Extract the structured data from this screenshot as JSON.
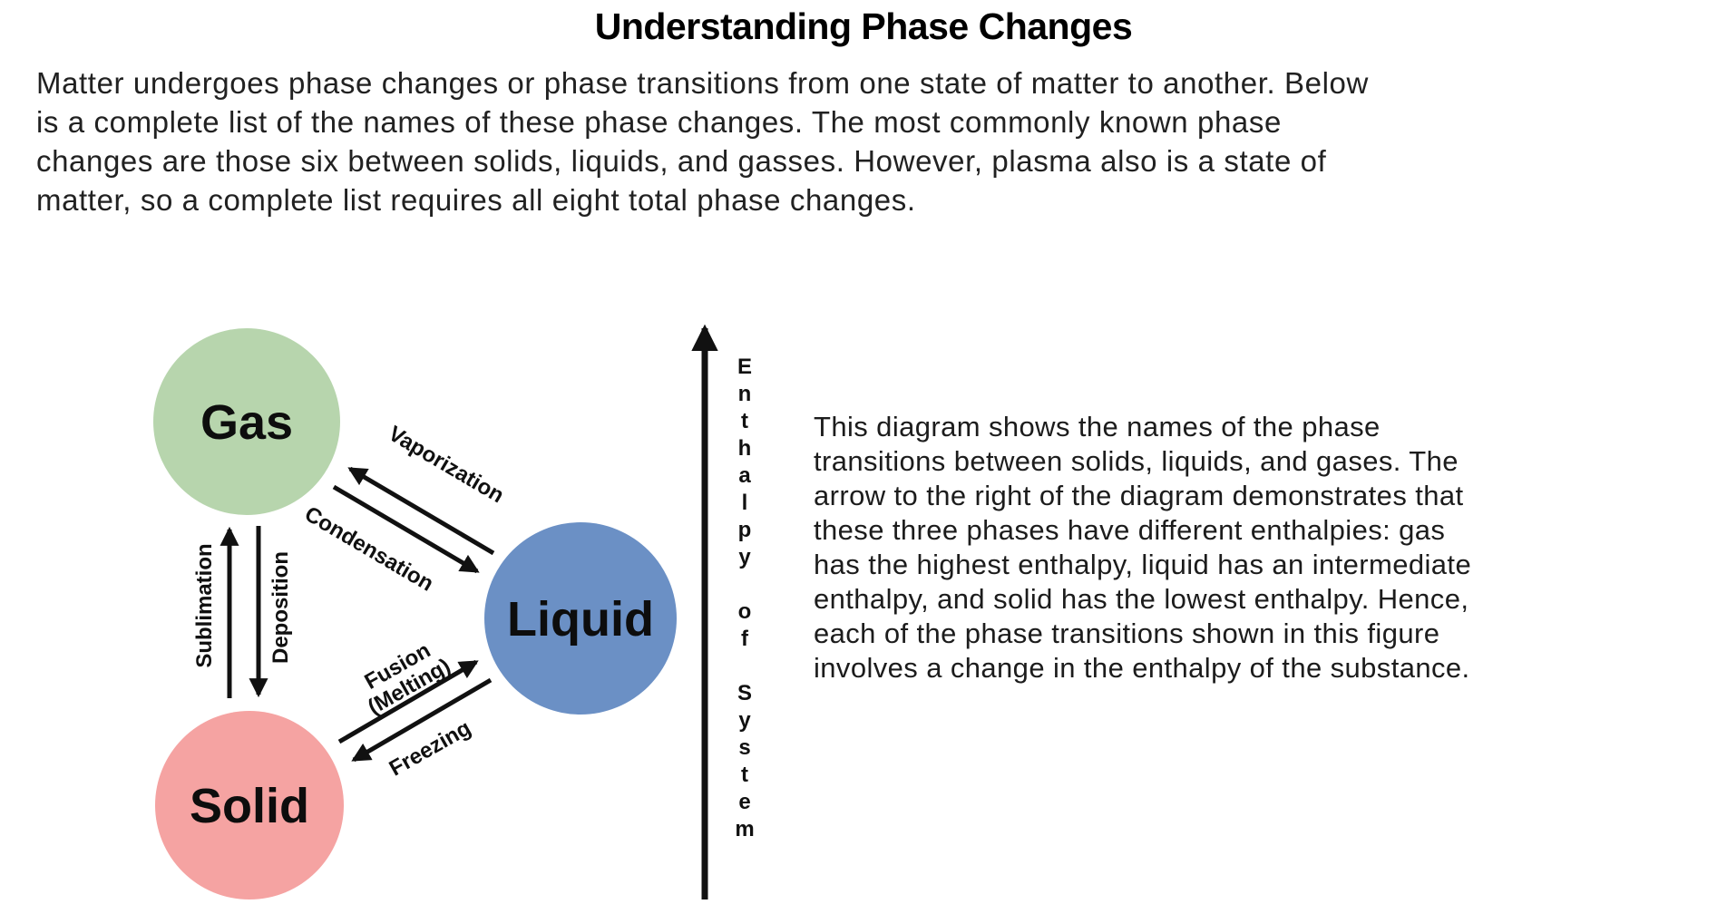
{
  "title": "Understanding Phase Changes",
  "intro": {
    "lines": [
      "Matter undergoes phase changes or phase transitions from one state of matter to another. Below",
      "is a complete list of the names of these phase changes. The most commonly known phase",
      "changes are those six between solids, liquids, and gasses. However, plasma also is a state of",
      "matter, so a complete list requires all eight total phase changes."
    ]
  },
  "diagram": {
    "nodes": {
      "gas": {
        "label": "Gas",
        "color": "#b7d5ad"
      },
      "liquid": {
        "label": "Liquid",
        "color": "#6b90c5"
      },
      "solid": {
        "label": "Solid",
        "color": "#f5a3a2"
      }
    },
    "transitions": {
      "vaporization": "Vaporization",
      "condensation": "Condensation",
      "sublimation": "Sublimation",
      "deposition": "Deposition",
      "fusion_line1": "Fusion",
      "fusion_line2": "(Melting)",
      "freezing": "Freezing"
    },
    "axis_label": "E\nn\nt\nh\na\nl\np\ny\n\no\nf\n\nS\ny\ns\nt\ne\nm",
    "ink_color": "#111111"
  },
  "description": {
    "lines": [
      "This diagram shows the names of the phase",
      "transitions between solids, liquids, and gases. The",
      "arrow to the right of the diagram demonstrates that",
      "these three phases have different enthalpies: gas",
      "has the highest enthalpy, liquid has an intermediate",
      "enthalpy, and solid has the lowest enthalpy. Hence,",
      "each of the phase transitions shown in this figure",
      "involves a change in the enthalpy of the substance."
    ]
  }
}
